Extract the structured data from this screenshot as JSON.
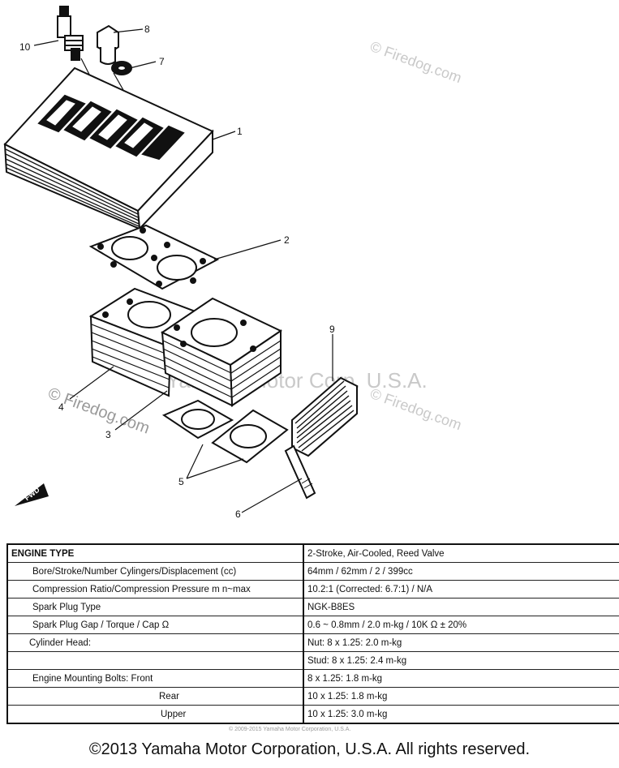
{
  "diagram": {
    "callouts": [
      "10",
      "8",
      "7",
      "1",
      "2",
      "9",
      "4",
      "3",
      "5",
      "6"
    ],
    "watermarks": {
      "firedog_top": "© Firedog.com",
      "firedog_mid": "© Firedog.com",
      "firedog_left": "© Firedog.com",
      "yamaha": "Yamaha Motor Corp. U.S.A."
    },
    "fwd_label": "FWD"
  },
  "specs": [
    {
      "label": "ENGINE TYPE",
      "value": "2-Stroke, Air-Cooled, Reed Valve"
    },
    {
      "label": "Bore/Stroke/Number Cylingers/Displacement (cc)",
      "value": "64mm / 62mm / 2 / 399cc"
    },
    {
      "label": "Compression Ratio/Compression Pressure m n~max",
      "value": "10.2:1 (Corrected: 6.7:1) / N/A"
    },
    {
      "label": "Spark Plug Type",
      "value": "NGK-B8ES"
    },
    {
      "label": "Spark Plug Gap / Torque / Cap Ω",
      "value": "0.6 ~ 0.8mm / 2.0 m-kg / 10K Ω ± 20%"
    },
    {
      "label": "Cylinder Head:",
      "value": "Nut: 8 x 1.25: 2.0 m-kg"
    },
    {
      "label": "",
      "value": "Stud: 8 x 1.25: 2.4 m-kg"
    },
    {
      "label": "Engine Mounting Bolts:   Front",
      "value": "8 x 1.25: 1.8 m-kg"
    },
    {
      "label": "Rear",
      "value": "10 x 1.25: 1.8 m-kg"
    },
    {
      "label": "Upper",
      "value": "10 x 1.25: 3.0 m-kg"
    }
  ],
  "small_copyright": "© 2009-2015 Yamaha Motor Corporation, U.S.A.",
  "footer": "©2013 Yamaha Motor Corporation, U.S.A. All rights reserved."
}
